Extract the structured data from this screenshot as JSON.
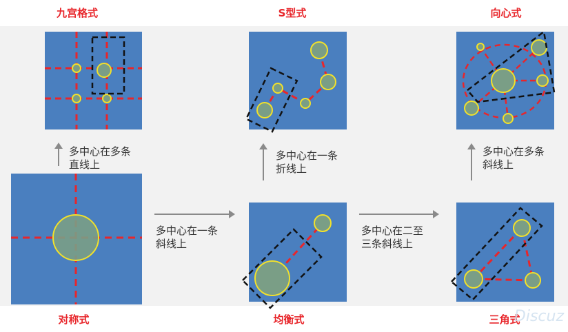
{
  "titles": {
    "nine_grid": "九宫格式",
    "s_type": "S型式",
    "centripetal": "向心式",
    "symmetric": "对称式",
    "balanced": "均衡式",
    "third": "三角式"
  },
  "labels": {
    "up_left": [
      "多中心在多条",
      "直线上"
    ],
    "up_mid": [
      "多中心在一条",
      "折线上"
    ],
    "up_right": [
      "多中心在多条",
      "斜线上"
    ],
    "right_1": [
      "多中心在一条",
      "斜线上"
    ],
    "right_2": [
      "多中心在二至",
      "三条斜线上"
    ]
  },
  "watermark": "Discuz",
  "colors": {
    "panel": "#4a7fbf",
    "circle_fill": "#7a9e86",
    "circle_stroke": "#f2e12b",
    "guide": "#e8262b",
    "box": "#111111",
    "title": "#e8262b"
  }
}
